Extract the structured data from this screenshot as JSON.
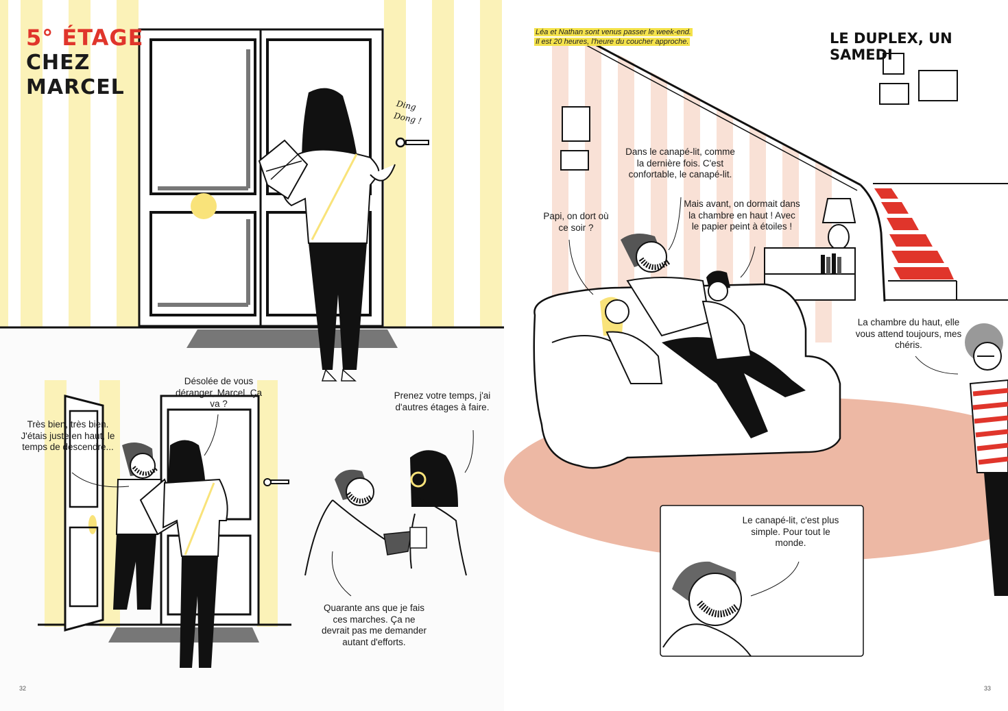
{
  "left_page": {
    "title_line1": "5° ÉTAGE",
    "title_line2": "CHEZ",
    "title_line3": "MARCEL",
    "sfx_line1": "Ding",
    "sfx_line2": "Dong !",
    "bubble_sorry": "Désolée de vous déranger, Marcel. Ça va ?",
    "bubble_very_good": "Très bien, très bien. J'étais juste en haut, le temps de descendre...",
    "bubble_take_time": "Prenez votre temps, j'ai d'autres étages à faire.",
    "bubble_forty_years": "Quarante ans que je fais ces marches. Ça ne devrait pas me demander autant d'efforts.",
    "page_number": "32"
  },
  "right_page": {
    "caption_line1": "Léa et Nathan sont venus passer le week-end.",
    "caption_line2": "Il est 20 heures, l'heure du coucher approche.",
    "title": "LE DUPLEX, UN SAMEDI",
    "bubble_papi": "Papi, on dort où ce soir ?",
    "bubble_sofa_bed": "Dans le canapé-lit, comme la dernière fois. C'est confortable, le canapé-lit.",
    "bubble_before": "Mais avant, on dormait dans la chambre en haut ! Avec le papier peint à étoiles !",
    "bubble_upstairs": "La chambre du haut, elle vous attend toujours, mes chéris.",
    "bubble_simpler": "Le canapé-lit, c'est plus simple. Pour tout le monde.",
    "page_number": "33"
  },
  "colors": {
    "stripe_yellow": "#fbf2b8",
    "stripe_pink": "#f9e1d6",
    "accent_yellow": "#f9e37a",
    "title_red": "#e0352b",
    "stair_red": "#e0352b",
    "rug": "#edb8a4",
    "mat_gray": "#777777"
  }
}
